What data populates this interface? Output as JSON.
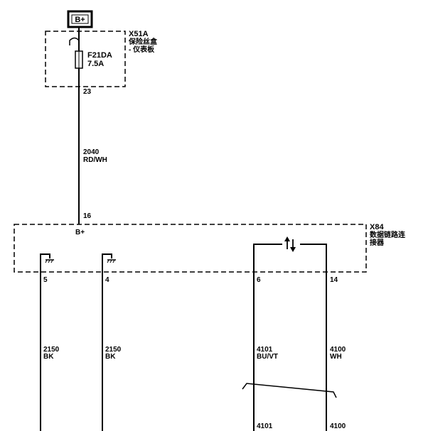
{
  "power": {
    "label": "B+"
  },
  "fuse_box": {
    "id": "X51A",
    "name_line1": "保险丝盒",
    "name_line2": "- 仪表板",
    "fuse_id": "F21DA",
    "fuse_rating": "7.5A",
    "out_pin": "23"
  },
  "wire_feed": {
    "circuit": "2040",
    "color": "RD/WH"
  },
  "connector": {
    "id": "X84",
    "name_line1": "数据链路连",
    "name_line2": "接器",
    "in_pin": "16",
    "in_label": "B+",
    "pins": [
      {
        "pin": "5"
      },
      {
        "pin": "4"
      },
      {
        "pin": "6"
      },
      {
        "pin": "14"
      }
    ]
  },
  "wires_out": [
    {
      "circuit": "2150",
      "color": "BK"
    },
    {
      "circuit": "2150",
      "color": "BK"
    },
    {
      "circuit": "4101",
      "color": "BU/VT"
    },
    {
      "circuit": "4100",
      "color": "WH"
    }
  ],
  "wires_continue": [
    {
      "circuit": "4101"
    },
    {
      "circuit": "4100"
    }
  ],
  "colors": {
    "line": "#000000",
    "background": "#ffffff"
  }
}
